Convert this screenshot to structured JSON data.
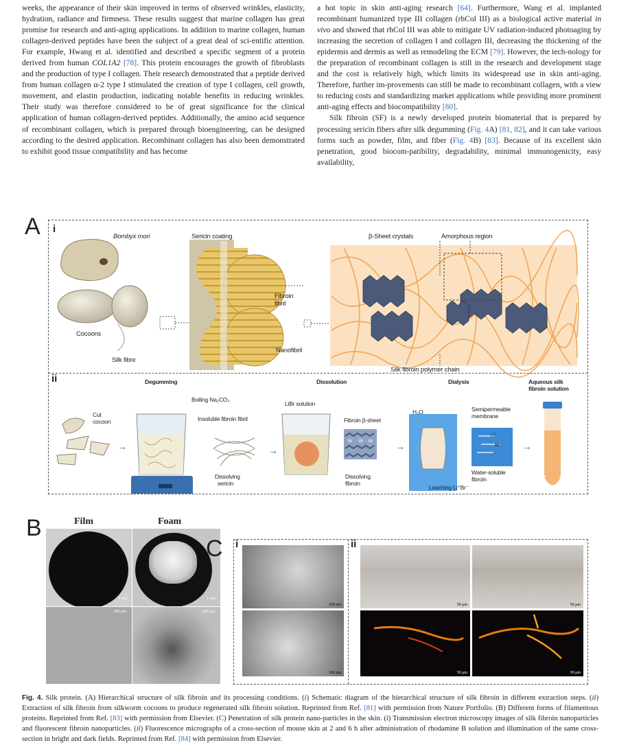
{
  "body_text": {
    "left": [
      "weeks, the appearance of their skin improved in terms of observed wrinkles, elasticity, hydration, radiance and firmness. These results suggest that marine collagen has great promise for research and anti-aging applications. In addition to marine collagen, human collagen-derived peptides have been the subject of a great deal of sci-entific attention. For example, Hwang et al. identified and described a specific segment of a protein derived from human ",
      "COL1A2",
      " ",
      "[78]",
      ". This protein encourages the growth of fibroblasts and the production of type I collagen. Their research demonstrated that a peptide derived from human collagen α-2 type I stimulated the creation of type I collagen, cell growth, movement, and elastin production, indicating notable benefits in reducing wrinkles. Their study was therefore considered to be of great significance for the clinical application of human collagen-derived peptides. Additionally, the amino acid sequence of recombinant collagen, which is prepared through bioengineering, can be designed according to the desired application. Recombinant collagen has also been demonstrated to exhibit good tissue compatibility and has become"
    ],
    "right": {
      "p1": [
        "a hot topic in skin anti-aging research ",
        "[64]",
        ". Furthermore, Wang et al. implanted recombinant humanized type III collagen (rhCol III) as a biological active material ",
        "in vivo",
        " and showed that rhCol III was able to mitigate UV radiation-induced photoaging by increasing the secretion of collagen I and collagen III, decreasing the thickening of the epidermis and dermis as well as remodeling the ECM ",
        "[79]",
        ". However, the tech-nology for the preparation of recombinant collagen is still in the research and development stage and the cost is relatively high, which limits its widespread use in skin anti-aging. Therefore, further im-provements can still be made to recombinant collagen, with a view to reducing costs and standardizing market applications while providing more prominent anti-aging effects and biocompatibility ",
        "[80]",
        "."
      ],
      "p2": [
        "Silk fibroin (SF) is a newly developed protein biomaterial that is prepared by processing sericin fibers after silk degumming (",
        "Fig. 4",
        "A) ",
        "[81, 82]",
        ", and it can take various forms such as powder, film, and fiber (",
        "Fig. 4",
        "B) ",
        "[83]",
        ". Because of its excellent skin penetration, good biocom-patibility, degradability, minimal immunogenicity, easy availability,"
      ]
    }
  },
  "figure": {
    "panel_a": {
      "letter": "A",
      "sub_i": "i",
      "sub_ii": "ii",
      "bombyx": "Bombyx mori",
      "sericin_coating": "Sericin coating",
      "cocoons": "Cocoons",
      "silk_fibre": "Silk fibre",
      "fibroin_fibril_1": "Fibroin",
      "fibroin_fibril_2": "fibril",
      "nanofibril": "Nanofibril",
      "beta_sheet": "β-Sheet crystals",
      "amorphous": "Amorphous region",
      "polymer_chain": "Silk fibroin polymer chain",
      "degumming": "Degumming",
      "dissolution": "Dissolution",
      "dialysis": "Dialysis",
      "aqueous_1": "Aqueous silk",
      "aqueous_2": "fibroin solution",
      "boiling": "Boiling Na₂CO₃",
      "insoluble": "Insoluble fibroin fibril",
      "cut_1": "Cut",
      "cut_2": "cocoon",
      "dissolving_sericin_1": "Dissolving",
      "dissolving_sericin_2": "sericin",
      "libr": "LiBr solution",
      "fibroin_bsheet": "Fibroin β-sheet",
      "dissolving_fibroin_1": "Dissolving",
      "dissolving_fibroin_2": "fibroin",
      "h2o": "H₂O",
      "semi_1": "Semipermeable",
      "semi_2": "membrane",
      "li": "Li⁺",
      "br": "Br⁻",
      "ws_1": "Water-soluble",
      "ws_2": "fibroin",
      "leaching": "Leaching Li⁺Br⁻",
      "br_small": "Br"
    },
    "panel_b": {
      "letter": "B",
      "film": "Film",
      "foam": "Foam",
      "scale_1mm": "1 mm",
      "scale_200um": "200 μm"
    },
    "panel_c": {
      "letter": "C",
      "sub_i": "i",
      "sub_ii": "ii",
      "scale_100nm": "100 nm",
      "scale_50um": "50 μm"
    }
  },
  "caption": {
    "label": "Fig. 4.",
    "text_parts": [
      " Silk protein. (A) Hierarchical structure of silk fibroin and its processing conditions. (",
      "i",
      ") Schematic diagram of the hierarchical structure of silk fibroin in different extraction steps. (",
      "ii",
      ") Extraction of silk fibroin from silkworm cocoons to produce regenerated silk fibroin solution. Reprinted from Ref. ",
      "[81]",
      " with permission from Nature Portfolio. (B) Different forms of filamentous proteins. Reprinted from Ref. ",
      "[83]",
      " with permission from Elsevier. (C) Penetration of silk protein nano-particles in the skin. (",
      "i",
      ") Transmission electron microscopy images of silk fibroin nanoparticles and fluorescent fibroin nanoparticles. (",
      "ii",
      ") Fluorescence micrographs of a cross-section of mouse skin at 2 and 6 h after administration of rhodamine B solution and illumination of the same cross-section in bright and dark fields. Reprinted from Ref. ",
      "[84]",
      " with permission from Elsevier."
    ]
  },
  "colors": {
    "link": "#3b6fb5",
    "silk_fibre": "#f0a050",
    "beta_block": "#4a5a78",
    "dark_field": "#0b0608",
    "fluorescence": "#ff8a10"
  }
}
